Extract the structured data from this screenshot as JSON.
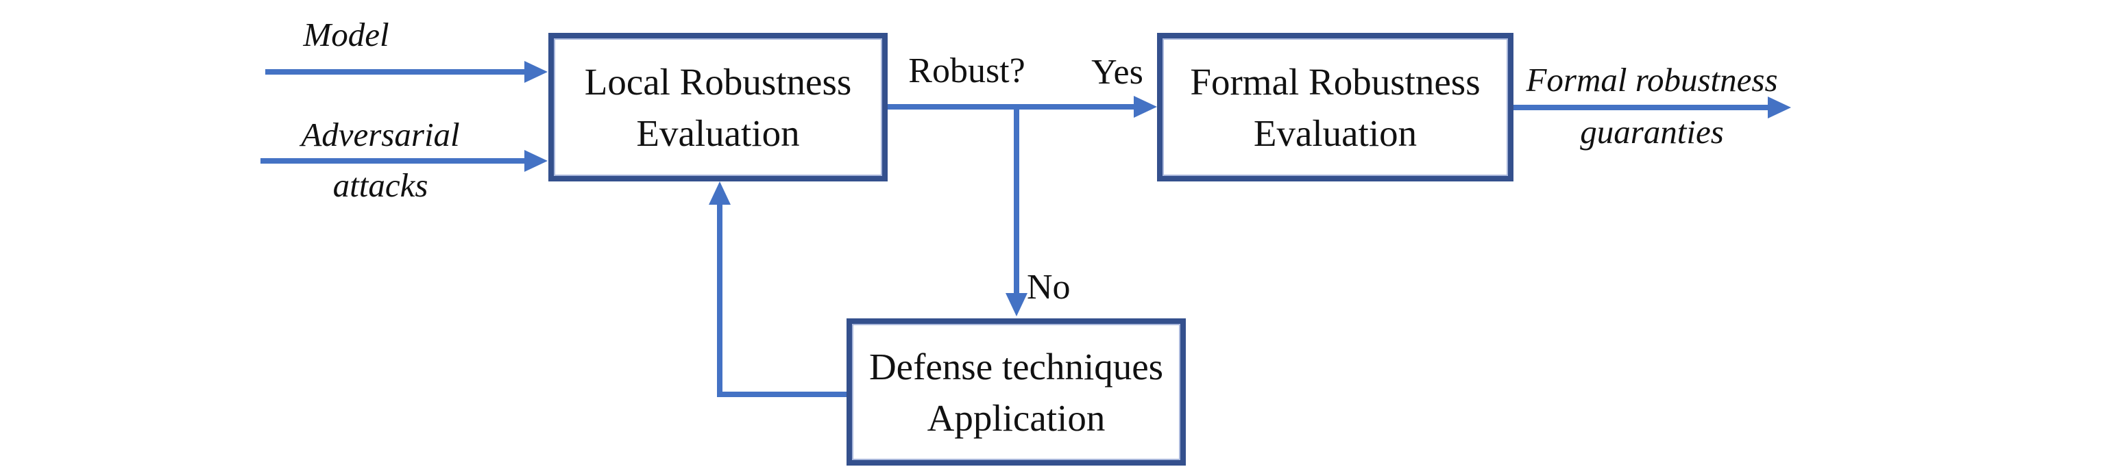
{
  "colors": {
    "box_border": "#34508D",
    "arrow": "#4472C4",
    "text_color": "#111111",
    "bg": "#FFFFFF"
  },
  "nodes": {
    "local": {
      "line1": "Local Robustness",
      "line2": "Evaluation"
    },
    "formal": {
      "line1": "Formal Robustness",
      "line2": "Evaluation"
    },
    "defense": {
      "line1": "Defense techniques",
      "line2": "Application"
    }
  },
  "labels": {
    "input_model": "Model",
    "input_adversarial_line1": "Adversarial",
    "input_adversarial_line2": "attacks",
    "decision": "Robust?",
    "yes": "Yes",
    "no": "No",
    "output_line1": "Formal robustness",
    "output_line2": "guaranties"
  }
}
